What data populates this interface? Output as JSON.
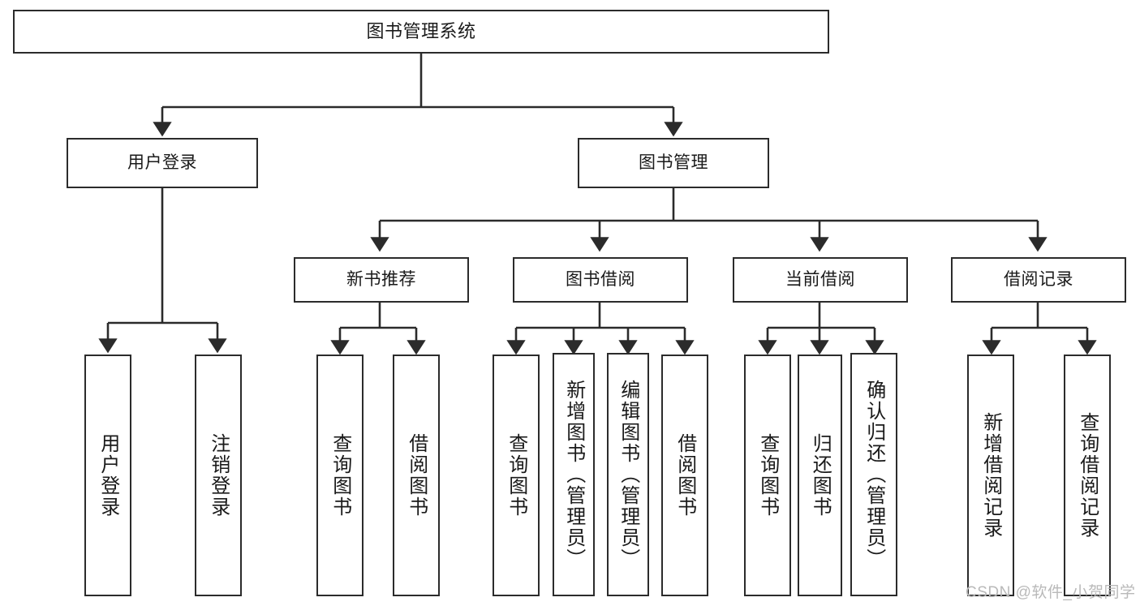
{
  "diagram": {
    "title": "图书管理系统",
    "watermark": "CSDN @软件_小贺同学",
    "colors": {
      "stroke": "#2b2b2b",
      "fill": "#ffffff",
      "background": "#ffffff",
      "watermark": "#b9b9b9"
    },
    "levels": {
      "root": "图书管理系统",
      "level1": [
        "用户登录",
        "图书管理"
      ],
      "level2": [
        "新书推荐",
        "图书借阅",
        "当前借阅",
        "借阅记录"
      ]
    },
    "nodes": {
      "root": {
        "label": "图书管理系统"
      },
      "user_login": {
        "label": "用户登录"
      },
      "book_manage": {
        "label": "图书管理"
      },
      "new_book_rec": {
        "label": "新书推荐"
      },
      "book_borrow": {
        "label": "图书借阅"
      },
      "current_borrow": {
        "label": "当前借阅"
      },
      "borrow_record": {
        "label": "借阅记录"
      },
      "leaf_user_login": {
        "label": "用户登录"
      },
      "leaf_logout": {
        "label": "注销登录"
      },
      "leaf_query_book_1": {
        "label": "查询图书"
      },
      "leaf_borrow_book_1": {
        "label": "借阅图书"
      },
      "leaf_query_book_2": {
        "label": "查询图书"
      },
      "leaf_add_book_admin": {
        "label": "新增图书（管理员）"
      },
      "leaf_edit_book_admin": {
        "label": "编辑图书（管理员）"
      },
      "leaf_borrow_book_2": {
        "label": "借阅图书"
      },
      "leaf_query_book_3": {
        "label": "查询图书"
      },
      "leaf_return_book": {
        "label": "归还图书"
      },
      "leaf_confirm_return_admin": {
        "label": "确认归还（管理员）"
      },
      "leaf_add_borrow_record": {
        "label": "新增借阅记录"
      },
      "leaf_query_borrow_record": {
        "label": "查询借阅记录"
      }
    },
    "edges": [
      {
        "from": "root",
        "to": "user_login"
      },
      {
        "from": "root",
        "to": "book_manage"
      },
      {
        "from": "user_login",
        "to": "leaf_user_login"
      },
      {
        "from": "user_login",
        "to": "leaf_logout"
      },
      {
        "from": "book_manage",
        "to": "new_book_rec"
      },
      {
        "from": "book_manage",
        "to": "book_borrow"
      },
      {
        "from": "book_manage",
        "to": "current_borrow"
      },
      {
        "from": "book_manage",
        "to": "borrow_record"
      },
      {
        "from": "new_book_rec",
        "to": "leaf_query_book_1"
      },
      {
        "from": "new_book_rec",
        "to": "leaf_borrow_book_1"
      },
      {
        "from": "book_borrow",
        "to": "leaf_query_book_2"
      },
      {
        "from": "book_borrow",
        "to": "leaf_add_book_admin"
      },
      {
        "from": "book_borrow",
        "to": "leaf_edit_book_admin"
      },
      {
        "from": "book_borrow",
        "to": "leaf_borrow_book_2"
      },
      {
        "from": "current_borrow",
        "to": "leaf_query_book_3"
      },
      {
        "from": "current_borrow",
        "to": "leaf_return_book"
      },
      {
        "from": "current_borrow",
        "to": "leaf_confirm_return_admin"
      },
      {
        "from": "borrow_record",
        "to": "leaf_add_borrow_record"
      },
      {
        "from": "borrow_record",
        "to": "leaf_query_borrow_record"
      }
    ]
  }
}
